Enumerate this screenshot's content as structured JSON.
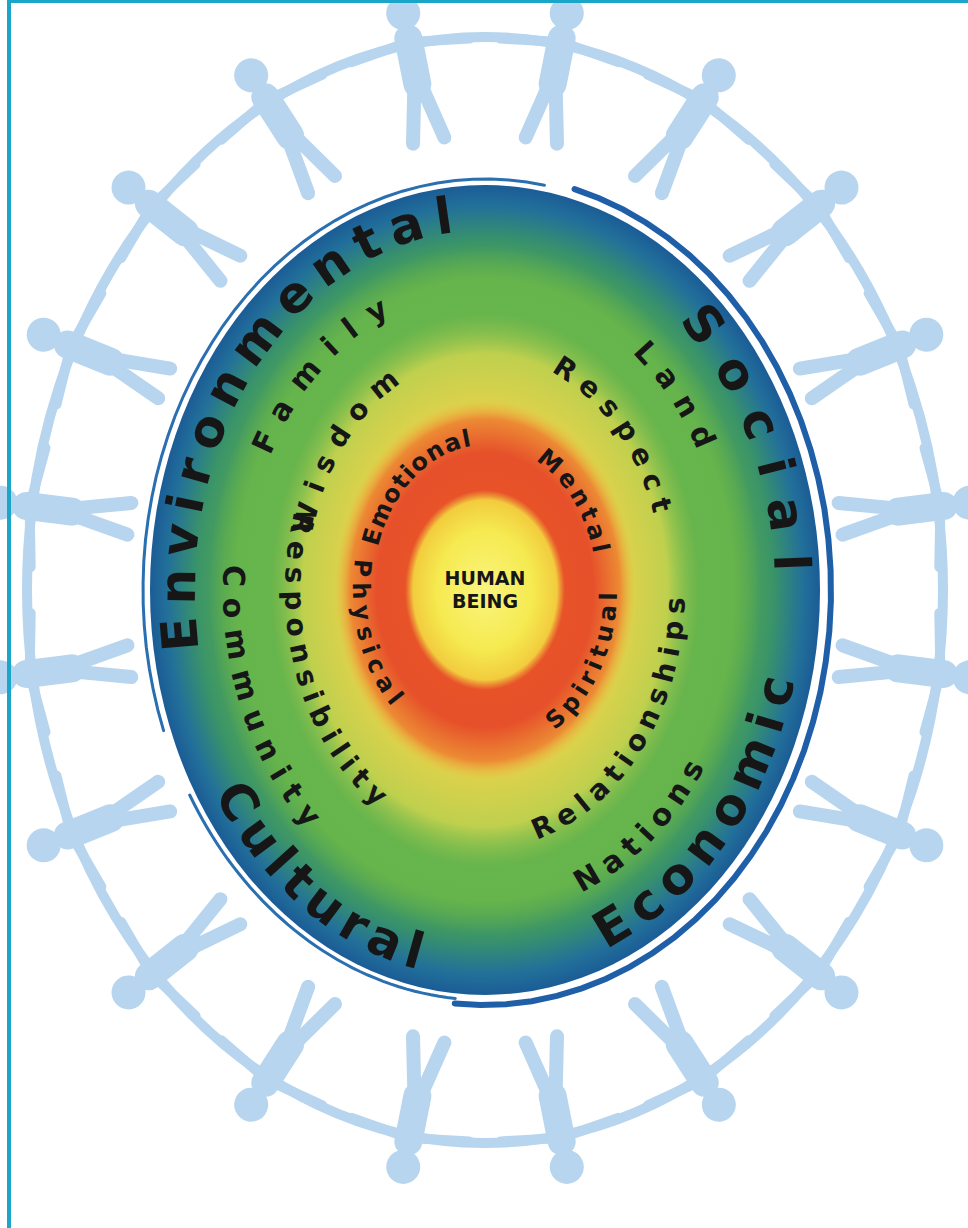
{
  "diagram": {
    "nodes": [
      {
        "text": [
          "Environmental",
          "Social",
          "Economic",
          "Cultural"
        ]
      },
      {
        "text": [
          "Family",
          "Land",
          "Nations",
          "Community"
        ],
        "in": 0
      },
      {
        "text": [
          "Wisdom",
          "Respect",
          "Relationships",
          "Responsibility"
        ],
        "in": 1
      },
      {
        "text": [
          "Emotional",
          "Mental",
          "Spiritual",
          "Physical"
        ],
        "in": 2
      },
      {
        "text": [
          "HUMAN BEING"
        ],
        "in": 3
      }
    ]
  }
}
